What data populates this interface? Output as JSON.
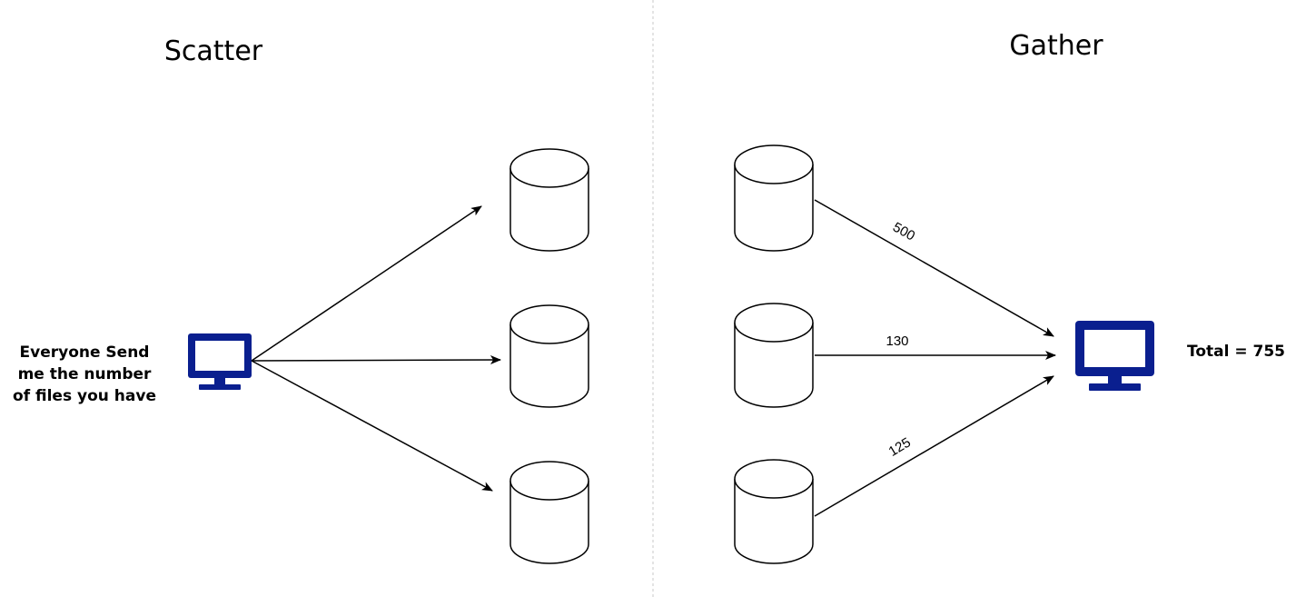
{
  "scatter": {
    "title": "Scatter",
    "request_lines": [
      "Everyone Send",
      "me the number",
      "of files you have"
    ]
  },
  "gather": {
    "title": "Gather",
    "edge_labels": [
      "500",
      "130",
      "125"
    ],
    "total_label": "Total = 755"
  },
  "colors": {
    "monitor": "#0a1f8f",
    "stroke": "#000000",
    "divider": "#c8c8c8"
  },
  "icons": {
    "client": "monitor-icon",
    "server": "database-cylinder-icon"
  }
}
